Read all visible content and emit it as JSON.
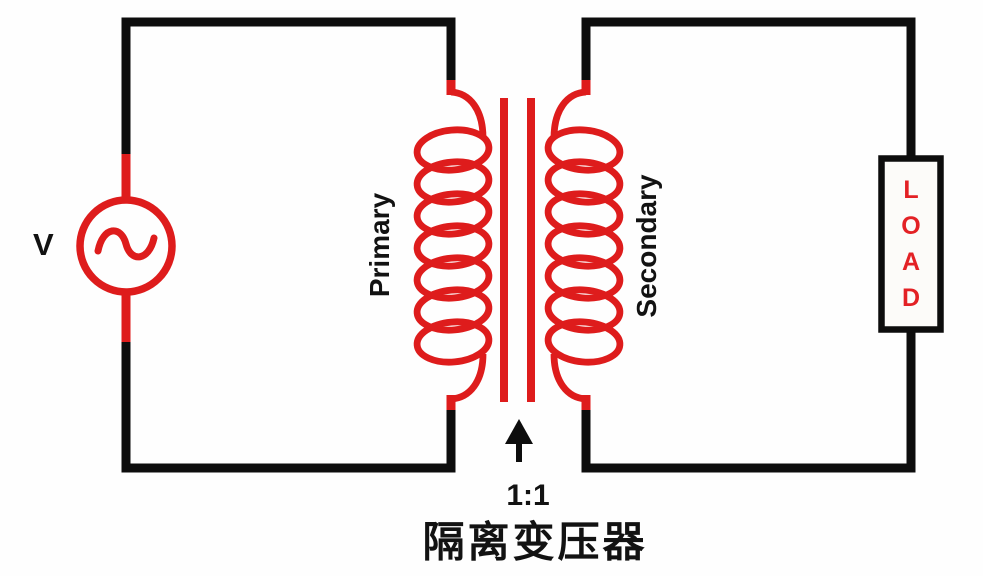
{
  "labels": {
    "source_v": "V",
    "primary": "Primary",
    "secondary": "Secondary",
    "load": "LOAD",
    "turns_ratio": "1:1",
    "caption_cn": "隔离变压器"
  },
  "colors": {
    "circuit_red": "#de1c1c",
    "wire_black": "#0d0d0d",
    "load_text_red": "#e32125",
    "background": "#fefefe"
  }
}
